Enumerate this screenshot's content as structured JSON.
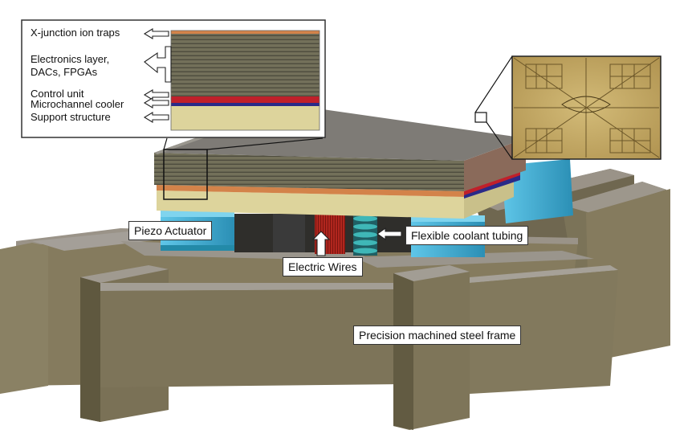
{
  "inset_layers": {
    "ion_traps": "X-junction ion traps",
    "electronics_line1": "Electronics layer,",
    "electronics_line2": "DACs, FPGAs",
    "control_unit": "Control unit",
    "cooler": "Microchannel cooler",
    "support": "Support structure"
  },
  "callouts": {
    "piezo": "Piezo Actuator",
    "coolant": "Flexible coolant tubing",
    "wires": "Electric Wires",
    "frame": "Precision machined steel frame"
  },
  "colors": {
    "frame": "#857b5e",
    "frame_top": "#9a9388",
    "frame_side": "#6f6750",
    "support": "#ddd49c",
    "stack": "#77745f",
    "stack_top": "#7e7b76",
    "cooler_red": "#c0202a",
    "cooler_blue": "#2a2a88",
    "control_orange": "#d3834a",
    "piezo": "#3cb0d8",
    "wires": "#b0261e",
    "chip": "#bfa562"
  }
}
